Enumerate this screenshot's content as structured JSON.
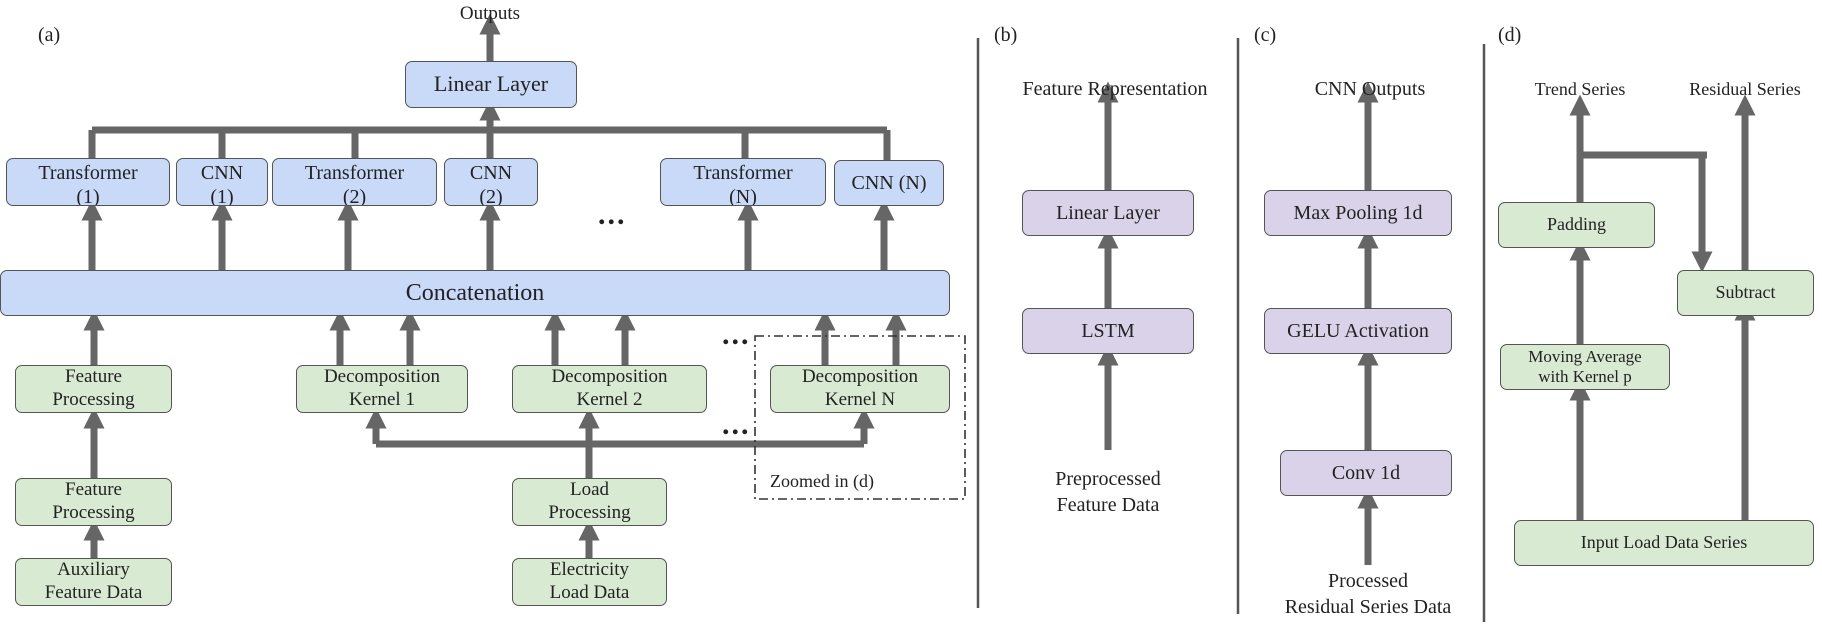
{
  "panels": {
    "a": "(a)",
    "b": "(b)",
    "c": "(c)",
    "d": "(d)"
  },
  "a": {
    "outputs": "Outputs",
    "linear_layer": "Linear Layer",
    "transformer_1": "Transformer\n(1)",
    "cnn_1": "CNN\n(1)",
    "transformer_2": "Transformer\n(2)",
    "cnn_2": "CNN\n(2)",
    "transformer_n": "Transformer\n(N)",
    "cnn_n": "CNN (N)",
    "ellipsis": "...",
    "concatenation": "Concatenation",
    "feature_processing_top": "Feature\nProcessing",
    "feature_processing_bottom": "Feature\nProcessing",
    "auxiliary_feature_data": "Auxiliary\nFeature Data",
    "decomposition_kernel_1": "Decomposition\nKernel 1",
    "decomposition_kernel_2": "Decomposition\nKernel 2",
    "decomposition_kernel_n": "Decomposition\nKernel N",
    "load_processing": "Load\nProcessing",
    "electricity_load_data": "Electricity\nLoad Data",
    "zoomed_in": "Zoomed in (d)"
  },
  "b": {
    "feature_representation": "Feature Representation",
    "linear_layer": "Linear Layer",
    "lstm": "LSTM",
    "preprocessed_feature_data": "Preprocessed\nFeature Data"
  },
  "c": {
    "cnn_outputs": "CNN Outputs",
    "max_pooling": "Max Pooling 1d",
    "gelu_activation": "GELU Activation",
    "conv_1d": "Conv 1d",
    "processed_residual": "Processed\nResidual Series Data"
  },
  "d": {
    "trend_series": "Trend Series",
    "residual_series": "Residual Series",
    "padding": "Padding",
    "subtract": "Subtract",
    "moving_average": "Moving Average\nwith Kernel p",
    "input_load_data_series": "Input Load Data Series"
  },
  "colors": {
    "block_blue": "#c9daf8",
    "block_green": "#d9ead3",
    "block_purple": "#d9d2e9",
    "connector": "#666666"
  }
}
